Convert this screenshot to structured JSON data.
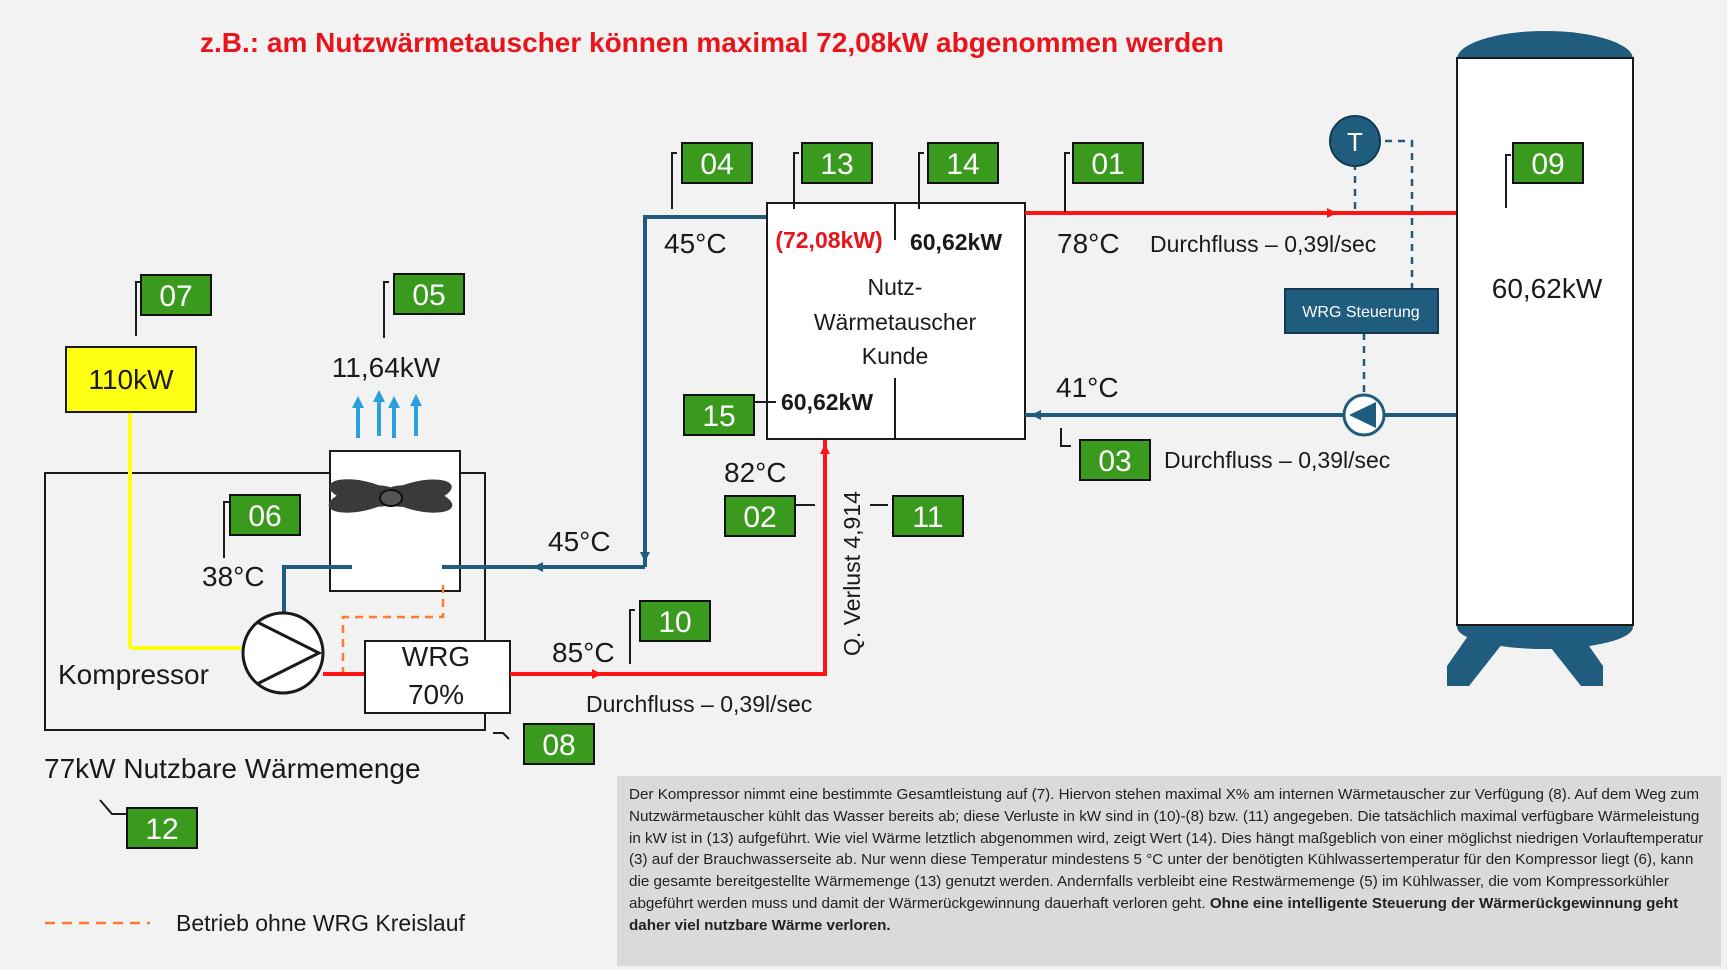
{
  "title": "z.B.: am Nutzwärmetauscher können maximal 72,08kW abgenommen werden",
  "tags": {
    "t01": "01",
    "t02": "02",
    "t03": "03",
    "t04": "04",
    "t05": "05",
    "t06": "06",
    "t07": "07",
    "t08": "08",
    "t09": "09",
    "t10": "10",
    "t11": "11",
    "t12": "12",
    "t13": "13",
    "t14": "14",
    "t15": "15"
  },
  "labels": {
    "power_total": "110kW",
    "cooler_loss": "11,64kW",
    "temp_38": "38°C",
    "compressor": "Kompressor",
    "wrg_name": "WRG",
    "wrg_pct": "70%",
    "temp_45_cooler": "45°C",
    "temp_85": "85°C",
    "flow_bottom": "Durchfluss – 0,39l/sec",
    "temp_82": "82°C",
    "loss_text": "Q. Verlust 4,914",
    "temp_45_top": "45°C",
    "hx_max": "(72,08kW)",
    "hx_used": "60,62kW",
    "hx_line1": "Nutz-",
    "hx_line2": "Wärmetauscher",
    "hx_line3": "Kunde",
    "hx_bottom": "60,62kW",
    "temp_78": "78°C",
    "flow_top": "Durchfluss – 0,39l/sec",
    "sensor": "T",
    "wrg_control": "WRG Steuerung",
    "temp_41": "41°C",
    "flow_return": "Durchfluss – 0,39l/sec",
    "tank_power": "60,62kW",
    "usable_heat": "77kW Nutzbare Wärmemenge",
    "legend_dashed": "Betrieb ohne WRG Kreislauf"
  },
  "colors": {
    "hot_pipe": "#ff1414",
    "cold_pipe": "#1f5c7e",
    "tag_green": "#3a9a1e",
    "highlight_yellow": "#ffff14",
    "title_red": "#e8141b",
    "control_box": "#1f5c7e",
    "air_arrows": "#2aa0dc",
    "dashed_orange": "#ff7a2e"
  },
  "icons": {
    "fan": "fan-icon",
    "pump_compressor": "compressor-pump-icon",
    "pump_circulation": "circulation-pump-icon",
    "sensor": "temperature-sensor-icon",
    "tank": "storage-tank-icon"
  },
  "caption": {
    "text": "Der Kompressor nimmt eine bestimmte Gesamtleistung auf (7). Hiervon stehen maximal X% am internen Wärmetauscher zur Verfügung (8). Auf dem Weg zum Nutzwärmetauscher kühlt das Wasser bereits ab; diese Verluste in kW sind in (10)-(8) bzw. (11) angegeben. Die tatsächlich maximal verfügbare Wärmeleistung in kW ist in (13) aufgeführt. Wie viel Wärme letztlich abgenommen wird, zeigt Wert (14). Dies hängt maßgeblich von einer möglichst niedrigen Vorlauftemperatur (3) auf der Brauchwasserseite ab. Nur wenn diese Temperatur mindestens 5 °C unter der benötigten Kühlwassertemperatur für den Kompressor liegt (6), kann die gesamte bereitgestellte Wärmemenge (13) genutzt werden. Andernfalls verbleibt eine Restwärmemenge (5) im Kühlwasser, die vom Kompressorkühler abgeführt werden muss und damit der Wärmerückgewinnung dauerhaft verloren geht. ",
    "bold": "Ohne eine intelligente Steuerung der Wärmerückgewinnung geht daher viel nutzbare Wärme verloren."
  }
}
